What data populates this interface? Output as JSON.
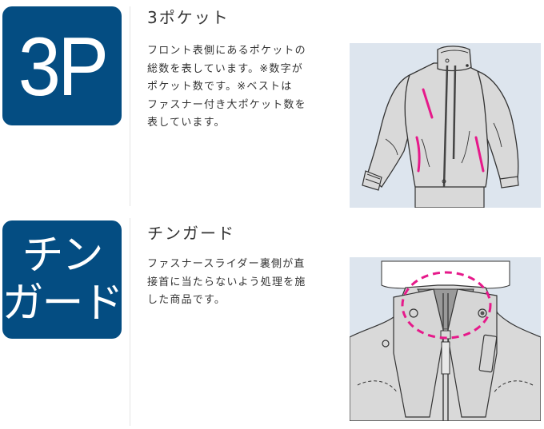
{
  "features": [
    {
      "badge": {
        "lines": [
          "3P"
        ],
        "bg_color": "#044d82",
        "text_color": "#ffffff"
      },
      "title": "3ポケット",
      "description_lines": [
        "フロント表側にあるポケットの",
        "総数を表しています。※数字が",
        "ポケット数です。※ベストは",
        "ファスナー付き大ポケット数を",
        "表しています。"
      ],
      "illustration": {
        "subject": "jacket-front-pockets",
        "bg_color": "#dde5ee",
        "garment_color": "#d9d9d9",
        "highlight_color": "#e6198a"
      }
    },
    {
      "badge": {
        "lines": [
          "チン",
          "ガード"
        ],
        "bg_color": "#044d82",
        "text_color": "#ffffff"
      },
      "title": "チンガード",
      "description_lines": [
        "ファスナースライダー裏側が直",
        "接首に当たらないよう処理を施",
        "した商品です。"
      ],
      "illustration": {
        "subject": "jacket-collar-chin-guard",
        "bg_color": "#dde5ee",
        "garment_color": "#d9d9d9",
        "highlight_color": "#e6198a"
      }
    }
  ]
}
